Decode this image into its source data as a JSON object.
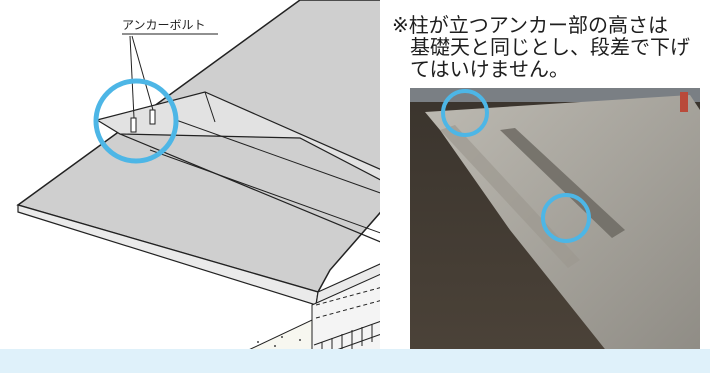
{
  "diagram": {
    "anchor_label": "アンカーボルト"
  },
  "note": {
    "line1": "※柱が立つアンカー部の高さは",
    "line2": "基礎天と同じとし、段差で下げ",
    "line3": "てはいけません。"
  },
  "colors": {
    "highlight_circle": "#4db6e6",
    "bottom_band": "#dff1fa",
    "slab_surface": "#cfcfcf",
    "photo_concrete": "#a7a49d"
  }
}
